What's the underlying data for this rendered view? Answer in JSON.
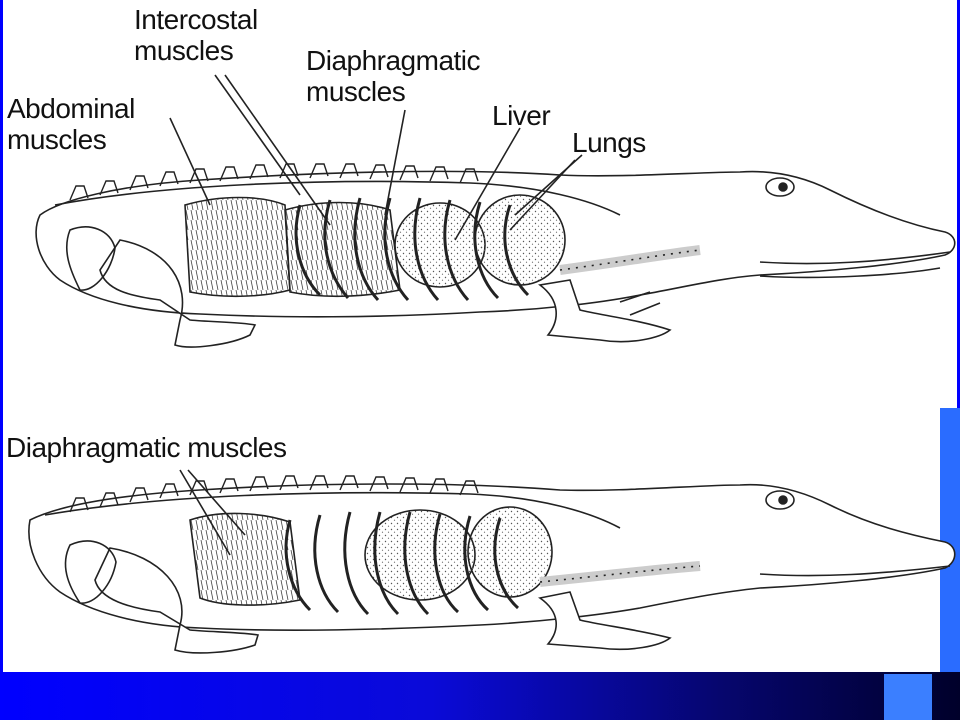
{
  "labels": {
    "intercostal": [
      "Intercostal",
      "muscles"
    ],
    "diaphragmatic_top": [
      "Diaphragmatic",
      "muscles"
    ],
    "abdominal": [
      "Abdominal",
      "muscles"
    ],
    "liver": "Liver",
    "lungs": "Lungs",
    "diaphragmatic_bottom": "Diaphragmatic muscles"
  },
  "colors": {
    "slide_accent": "#0000ff",
    "bottom_bar_dark": "#00002a",
    "corner_square": "#3b7fff",
    "line_art": "#222222"
  }
}
